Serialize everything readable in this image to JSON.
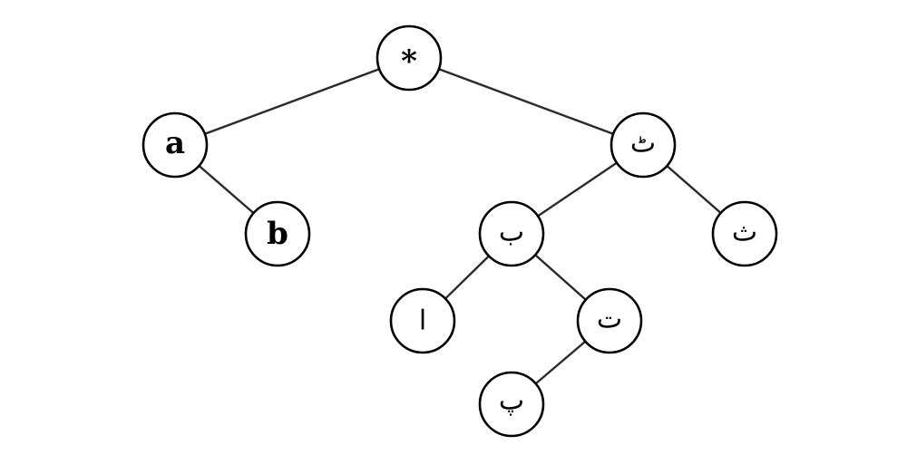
{
  "tree": {
    "nodes": [
      {
        "id": "root",
        "label": "*"
      },
      {
        "id": "n_a",
        "label": "a"
      },
      {
        "id": "n_b",
        "label": "b"
      },
      {
        "id": "n_tteh",
        "label": "ٹ"
      },
      {
        "id": "n_beh",
        "label": "ب"
      },
      {
        "id": "n_theh",
        "label": "ث"
      },
      {
        "id": "n_alef",
        "label": "ا"
      },
      {
        "id": "n_teh",
        "label": "ت"
      },
      {
        "id": "n_peh",
        "label": "پ"
      }
    ],
    "edges": [
      {
        "from": "root",
        "to": "n_a"
      },
      {
        "from": "root",
        "to": "n_tteh"
      },
      {
        "from": "n_a",
        "to": "n_b"
      },
      {
        "from": "n_tteh",
        "to": "n_beh"
      },
      {
        "from": "n_tteh",
        "to": "n_theh"
      },
      {
        "from": "n_beh",
        "to": "n_alef"
      },
      {
        "from": "n_beh",
        "to": "n_teh"
      },
      {
        "from": "n_teh",
        "to": "n_peh"
      }
    ]
  }
}
